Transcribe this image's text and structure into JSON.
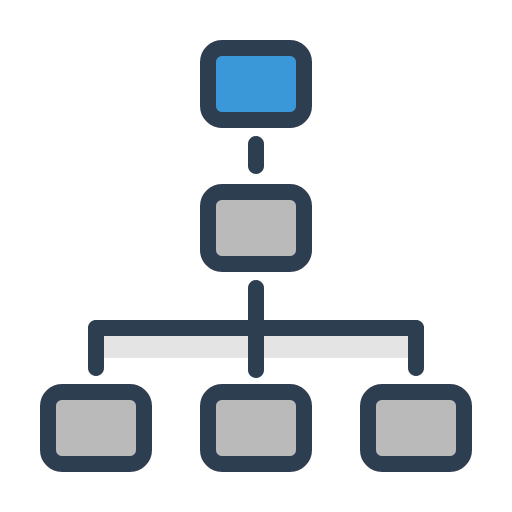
{
  "icon": {
    "name": "org-chart-icon",
    "colors": {
      "background": "#ffffff",
      "stroke": "#2d3e50",
      "primary_fill": "#3a97d8",
      "secondary_fill": "#bababa",
      "bar_fill": "#e4e4e4"
    },
    "nodes": [
      {
        "role": "top",
        "fill": "primary_fill"
      },
      {
        "role": "middle",
        "fill": "secondary_fill"
      },
      {
        "role": "bottom-left",
        "fill": "secondary_fill"
      },
      {
        "role": "bottom-center",
        "fill": "secondary_fill"
      },
      {
        "role": "bottom-right",
        "fill": "secondary_fill"
      }
    ]
  }
}
